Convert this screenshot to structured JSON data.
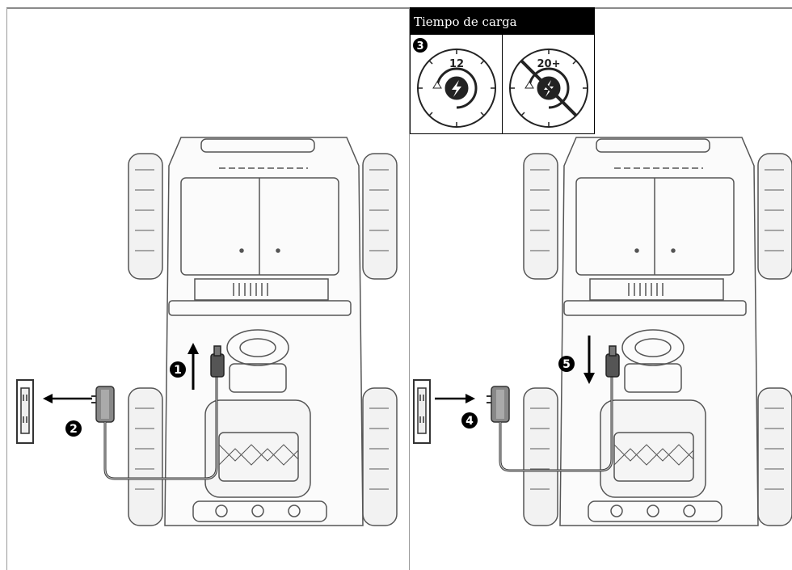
{
  "charge_box": {
    "title": "Tiempo de carga",
    "step_number": "3",
    "panels": [
      {
        "value": "12",
        "icon": "lightning-bolt-icon"
      },
      {
        "value": "20+",
        "icon": "crossed-out-lightning-icon"
      }
    ]
  },
  "steps": [
    {
      "number": "1"
    },
    {
      "number": "2"
    },
    {
      "number": "4"
    },
    {
      "number": "5"
    }
  ]
}
